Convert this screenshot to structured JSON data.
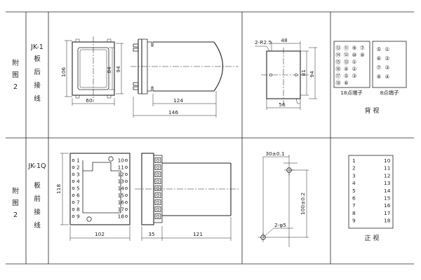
{
  "row1": {
    "label_fu": "附",
    "label_tu": "图",
    "label_num": "2",
    "model": "JK-1",
    "desc": [
      "板",
      "后",
      "接",
      "线"
    ],
    "front": {
      "dim_h_outer": "106",
      "dim_h_inner_a": "84",
      "dim_h_inner_b": "94",
      "dim_w": "60"
    },
    "side": {
      "dim_body": "124",
      "dim_total": "146"
    },
    "cutout": {
      "radius": "2-R2.5",
      "dim_w_top": "48",
      "dim_h_a": "81",
      "dim_h_b": "94",
      "dim_w_bottom": "56"
    },
    "terminals": {
      "label_18": "18点端子",
      "label_8": "8点端子",
      "view": "背  视",
      "left_grid": [
        [
          "⑬",
          "⑪",
          "⑨",
          "⑦"
        ],
        [
          "⑭",
          "⑫",
          "⑩",
          "⑧"
        ],
        [
          "⑮",
          "⑬",
          "①"
        ],
        [
          "⑯",
          "④",
          "②"
        ],
        [
          "⑰",
          "⑤",
          "③"
        ],
        [
          "⑱",
          "⑥"
        ]
      ],
      "right_grid": [
        [
          "⑤",
          "①"
        ],
        [
          "⑥",
          "②"
        ],
        [
          "⑦",
          "③"
        ],
        [
          "⑧",
          "④"
        ]
      ]
    }
  },
  "row2": {
    "label_fu": "附",
    "label_tu": "图",
    "label_num": "2",
    "model": "JK-1Q",
    "desc": [
      "板",
      "前",
      "接",
      "线"
    ],
    "front": {
      "dim_h": "118",
      "dim_w": "102",
      "left_nums": [
        "1",
        "2",
        "3",
        "4",
        "5",
        "6",
        "7",
        "8",
        "9"
      ],
      "right_nums": [
        "10",
        "11",
        "12",
        "13",
        "14",
        "15",
        "16",
        "17",
        "18"
      ]
    },
    "side": {
      "dim_a": "35",
      "dim_b": "121"
    },
    "cutout": {
      "dim_top": "30±0.1",
      "dim_v": "100±0.2",
      "dim_hole": "2-φ5"
    },
    "terminals": {
      "view": "正  视",
      "left_col": [
        "1",
        "2",
        "3",
        "4",
        "5",
        "6",
        "7",
        "8",
        "9"
      ],
      "right_col": [
        "10",
        "11",
        "12",
        "13",
        "14",
        "15",
        "16",
        "17",
        "18"
      ]
    }
  }
}
